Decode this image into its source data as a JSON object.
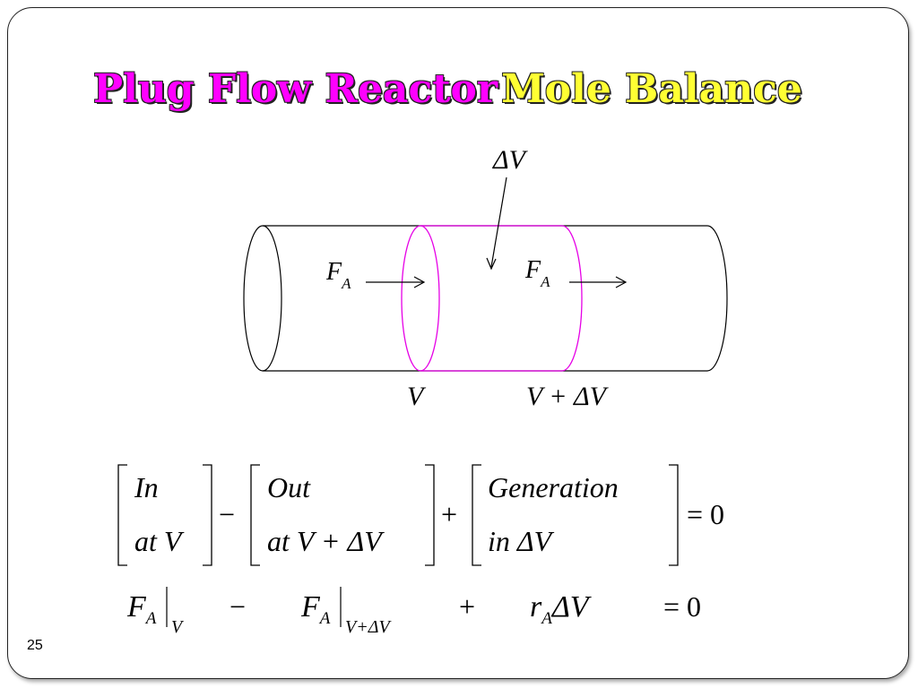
{
  "slide": {
    "title_part1": "Plug Flow Reactor",
    "title_part2": "Mole Balance",
    "number": "25",
    "colors": {
      "title_magenta": "#ff00ff",
      "title_yellow": "#ffff33",
      "control_volume": "#e600e6"
    }
  },
  "diagram": {
    "delta_v_label": "ΔV",
    "flow_in_label": "F",
    "flow_out_label": "F",
    "flow_subscript": "A",
    "position_v_label": "V",
    "position_v_dv_label": "V + ΔV"
  },
  "balance_words": {
    "in_top": "In",
    "in_bottom": "at V",
    "minus": "−",
    "out_top": "Out",
    "out_bottom": "at V + ΔV",
    "plus": "+",
    "gen_top": "Generation",
    "gen_bottom": "in ΔV",
    "equals_zero": "= 0"
  },
  "balance_symbols": {
    "fa": "F",
    "sub_a": "A",
    "eval_v": "V",
    "eval_v_dv": "V+ΔV",
    "minus": "−",
    "plus": "+",
    "ra": "r",
    "dv": "ΔV",
    "equals_zero": "= 0"
  }
}
